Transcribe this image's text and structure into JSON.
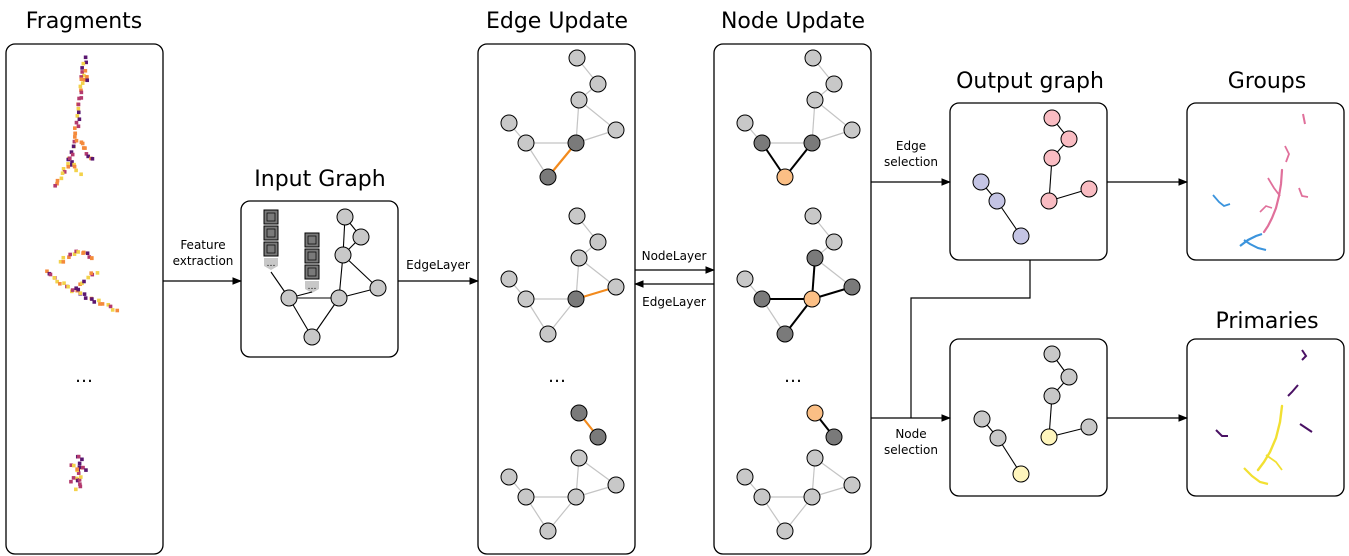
{
  "titles": {
    "fragments": "Fragments",
    "input_graph": "Input Graph",
    "edge_update": "Edge Update",
    "node_update": "Node Update",
    "output_graph": "Output graph",
    "groups": "Groups",
    "primaries": "Primaries"
  },
  "labels": {
    "feature_line1": "Feature",
    "feature_line2": "extraction",
    "edgelayer_main": "EdgeLayer",
    "nodelayer": "NodeLayer",
    "edgelayer_back": "EdgeLayer",
    "edge_sel_line1": "Edge",
    "edge_sel_line2": "selection",
    "node_sel_line1": "Node",
    "node_sel_line2": "selection"
  },
  "ellipsis": {
    "fragments": "…",
    "edge_update": "…",
    "node_update": "…",
    "input_graph_feature": "…"
  },
  "colors": {
    "node_light_gray": "#c8c8c8",
    "node_dark_gray": "#7a7a7a",
    "node_orange": "#fbbf85",
    "edge_orange": "#f28a1d",
    "edge_light": "#c4c4c4",
    "output_pink": "#f9bcc2",
    "output_lavender": "#c4c4e4",
    "primary_yellow": "#fff6bd",
    "group_pink": "#e0709b",
    "group_blue": "#3b94dd",
    "primary_yellow_line": "#f2e032",
    "primary_purple": "#4a1164",
    "fragment_purple": "#5a1670",
    "fragment_magenta": "#b33a6e",
    "fragment_orange": "#f48a3c",
    "fragment_yellow": "#f3d24a"
  }
}
